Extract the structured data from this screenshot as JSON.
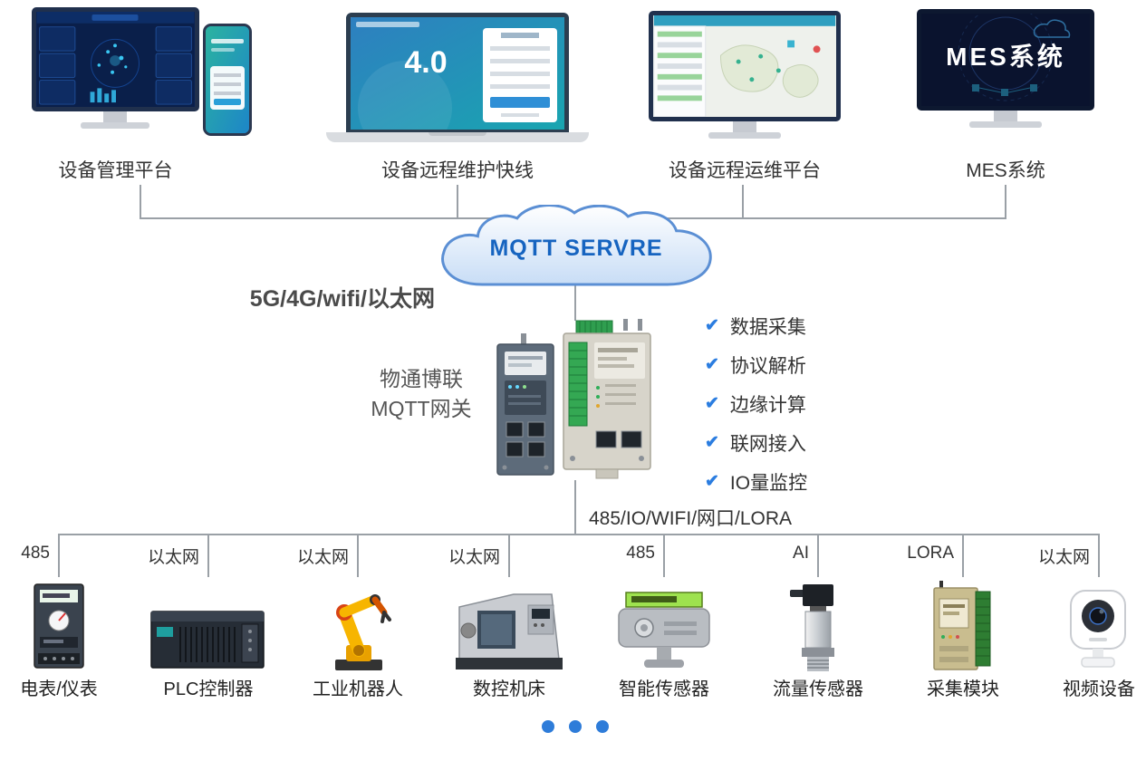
{
  "platforms": [
    {
      "label": "设备管理平台"
    },
    {
      "label": "设备远程维护快线",
      "screen_big_text": "4.0"
    },
    {
      "label": "设备远程运维平台"
    },
    {
      "label": "MES系统",
      "screen_text": "MES系统"
    }
  ],
  "cloud": {
    "label": "MQTT SERVRE"
  },
  "links": {
    "uplink_label": "5G/4G/wifi/以太网",
    "downlink_label": "485/IO/WIFI/网口/LORA"
  },
  "gateway": {
    "line1": "物通博联",
    "line2": "MQTT网关"
  },
  "features": [
    {
      "icon": "✔",
      "text": "数据采集"
    },
    {
      "icon": "✔",
      "text": "协议解析"
    },
    {
      "icon": "✔",
      "text": "边缘计算"
    },
    {
      "icon": "✔",
      "text": "联网接入"
    },
    {
      "icon": "✔",
      "text": "IO量监控"
    }
  ],
  "devices": [
    {
      "conn": "485",
      "label": "电表/仪表"
    },
    {
      "conn": "以太网",
      "label": "PLC控制器"
    },
    {
      "conn": "以太网",
      "label": "工业机器人"
    },
    {
      "conn": "以太网",
      "label": "数控机床"
    },
    {
      "conn": "485",
      "label": "智能传感器"
    },
    {
      "conn": "AI",
      "label": "流量传感器"
    },
    {
      "conn": "LORA",
      "label": "采集模块"
    },
    {
      "conn": "以太网",
      "label": "视频设备"
    }
  ],
  "pagination": {
    "dot_count": 3
  },
  "colors": {
    "accent_blue": "#2b7de0",
    "cloud_border": "#5b8fd4",
    "cloud_text": "#1664c0",
    "line_gray": "#9aa0a6"
  }
}
